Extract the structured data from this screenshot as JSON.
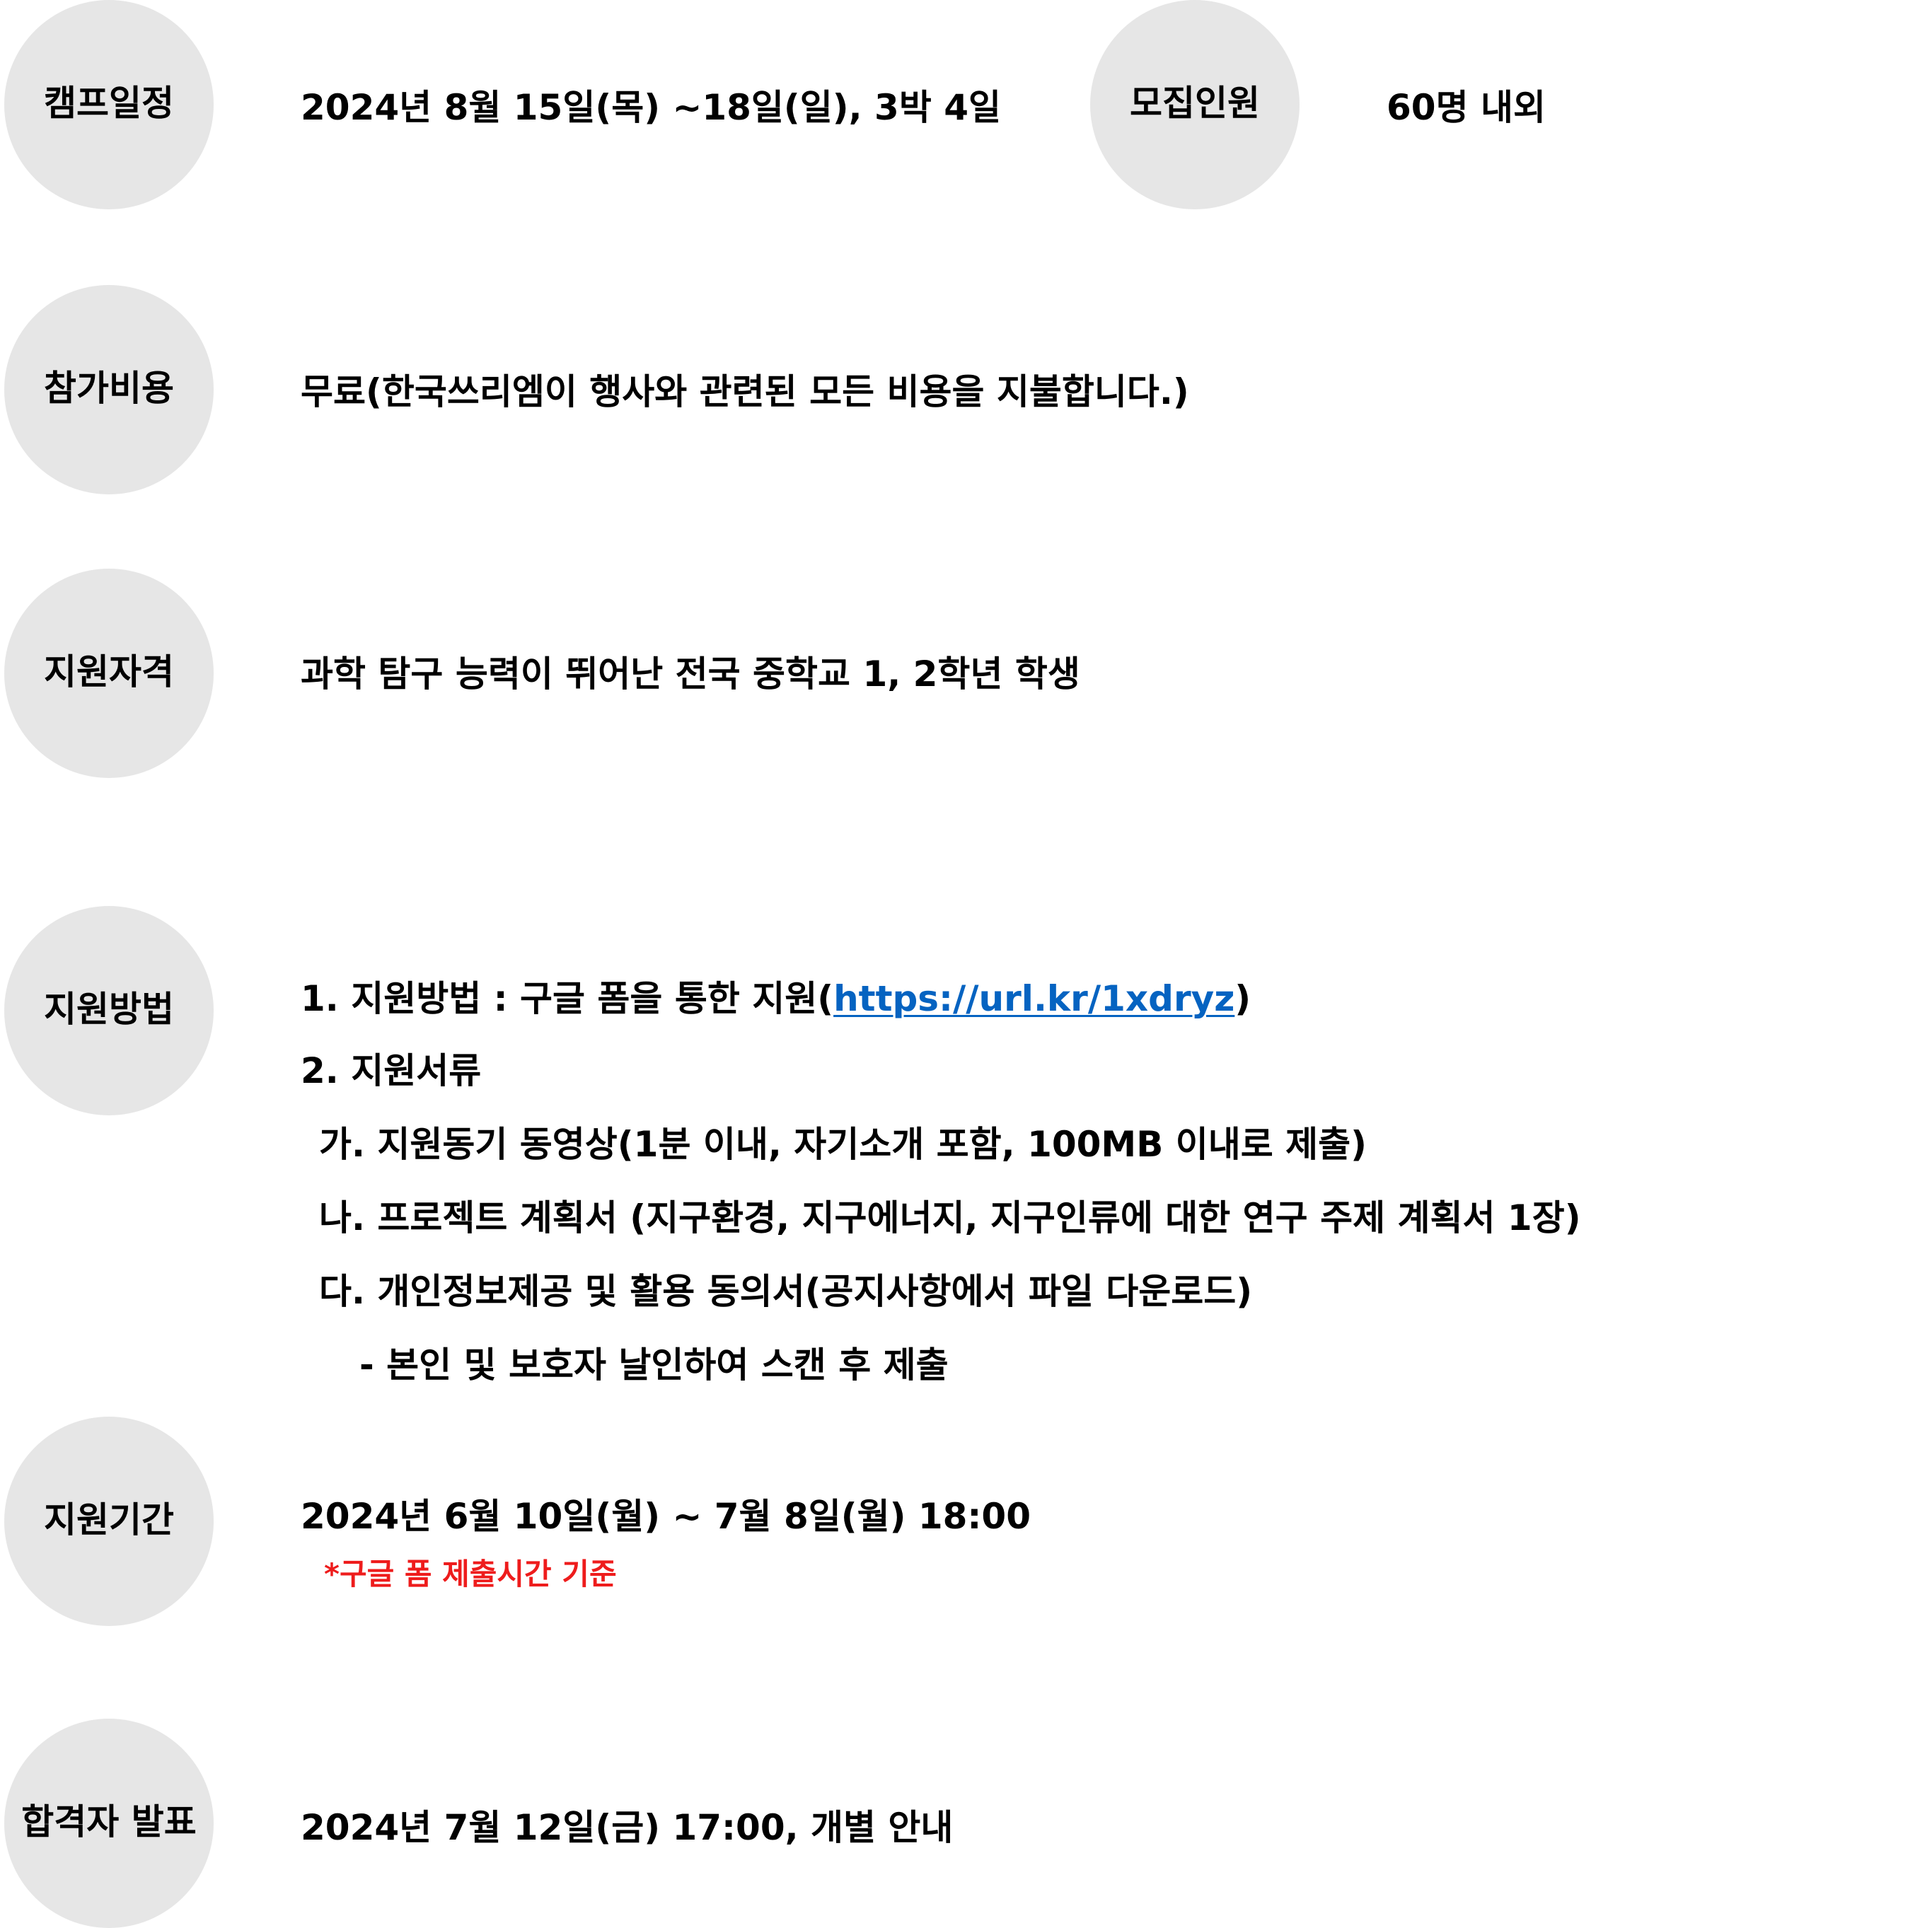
{
  "colors": {
    "circle_bg": "#e6e6e6",
    "link": "#0563c1",
    "note": "#ee1c1c",
    "text": "#000000"
  },
  "schedule": {
    "label": "캠프일정",
    "value": "2024년 8월 15일(목) ~18일(일), 3박 4일"
  },
  "recruit": {
    "label": "모집인원",
    "value": "60명 내외"
  },
  "fee": {
    "label": "참가비용",
    "value": "무료(한국쓰리엠이 행사와 관련된 모든 비용을 지불합니다.)"
  },
  "eligibility": {
    "label": "지원자격",
    "value": "과학 탐구 능력이 뛰어난 전국 중학교 1, 2학년 학생"
  },
  "method": {
    "label": "지원방법",
    "line1_prefix": "1.  지원방법 : 구글 폼을 통한 지원(",
    "line1_link": "https://url.kr/1xdryz",
    "line1_suffix": ")",
    "line2": "2.  지원서류",
    "item_ga": "가. 지원동기 동영상(1분 이내, 자기소개 포함, 100MB 이내로 제출)",
    "item_na": "나. 프로젝트 계획서 (지구환경, 지구에너지, 지구인류에 대한 연구 주제 계획서 1장)",
    "item_da": "다. 개인정보제공 및 활용 동의서(공지사항에서 파일 다운로드)",
    "item_da_sub": "- 본인 및 보호자 날인하여 스캔 후 제출"
  },
  "period": {
    "label": "지원기간",
    "value": "2024년 6월 10일(월) ~ 7월 8일(월) 18:00",
    "note": "*구글 폼 제출시간 기준"
  },
  "announcement": {
    "label": "합격자 발표",
    "value": "2024년 7월 12일(금) 17:00, 개별 안내"
  }
}
